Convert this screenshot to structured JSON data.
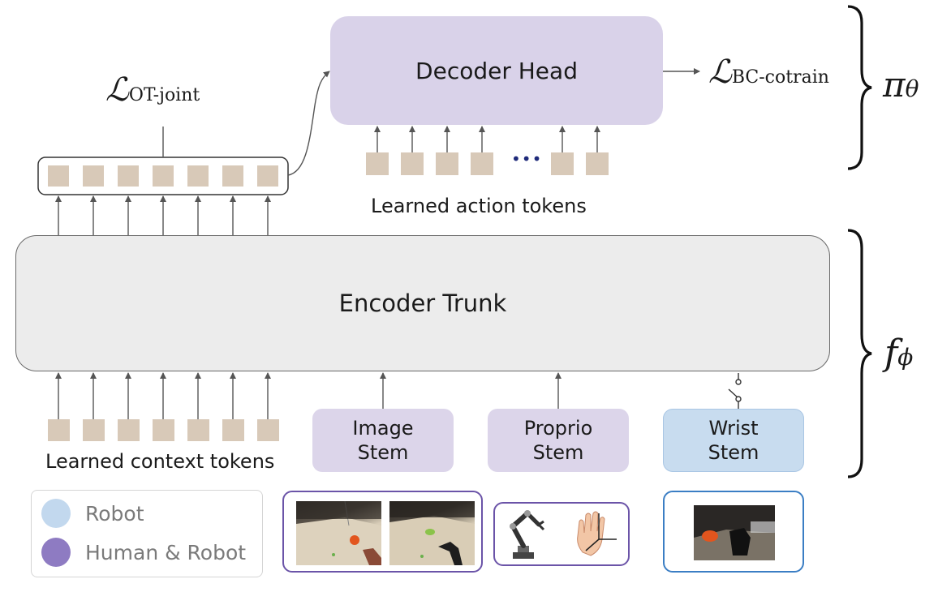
{
  "decoder_head": {
    "label": "Decoder Head"
  },
  "encoder_trunk": {
    "label": "Encoder Trunk"
  },
  "losses": {
    "ot_joint": {
      "symbol": "ℒ",
      "subscript": "OT-joint"
    },
    "bc_cotrain": {
      "symbol": "ℒ",
      "subscript": "BC-cotrain"
    }
  },
  "braces": {
    "policy": {
      "symbol": "π",
      "subscript": "θ"
    },
    "encoder": {
      "symbol": "f",
      "subscript": "ϕ"
    }
  },
  "action_tokens": {
    "label": "Learned action tokens",
    "ellipsis": "•••"
  },
  "context_tokens": {
    "label": "Learned context tokens"
  },
  "stems": {
    "image": {
      "line1": "Image",
      "line2": "Stem"
    },
    "proprio": {
      "line1": "Proprio",
      "line2": "Stem"
    },
    "wrist": {
      "line1": "Wrist",
      "line2": "Stem"
    }
  },
  "legend": {
    "items": [
      {
        "label": "Robot",
        "color": "#c2d8ee"
      },
      {
        "label": "Human & Robot",
        "color": "#8e7bc2"
      }
    ]
  },
  "colors": {
    "token": "#d8c9b8",
    "decoder_fill": "#d9d2e9",
    "encoder_fill": "#ececec",
    "purple_border": "#6b54a8",
    "blue_border": "#3b7ec4",
    "arrow": "#555555"
  }
}
